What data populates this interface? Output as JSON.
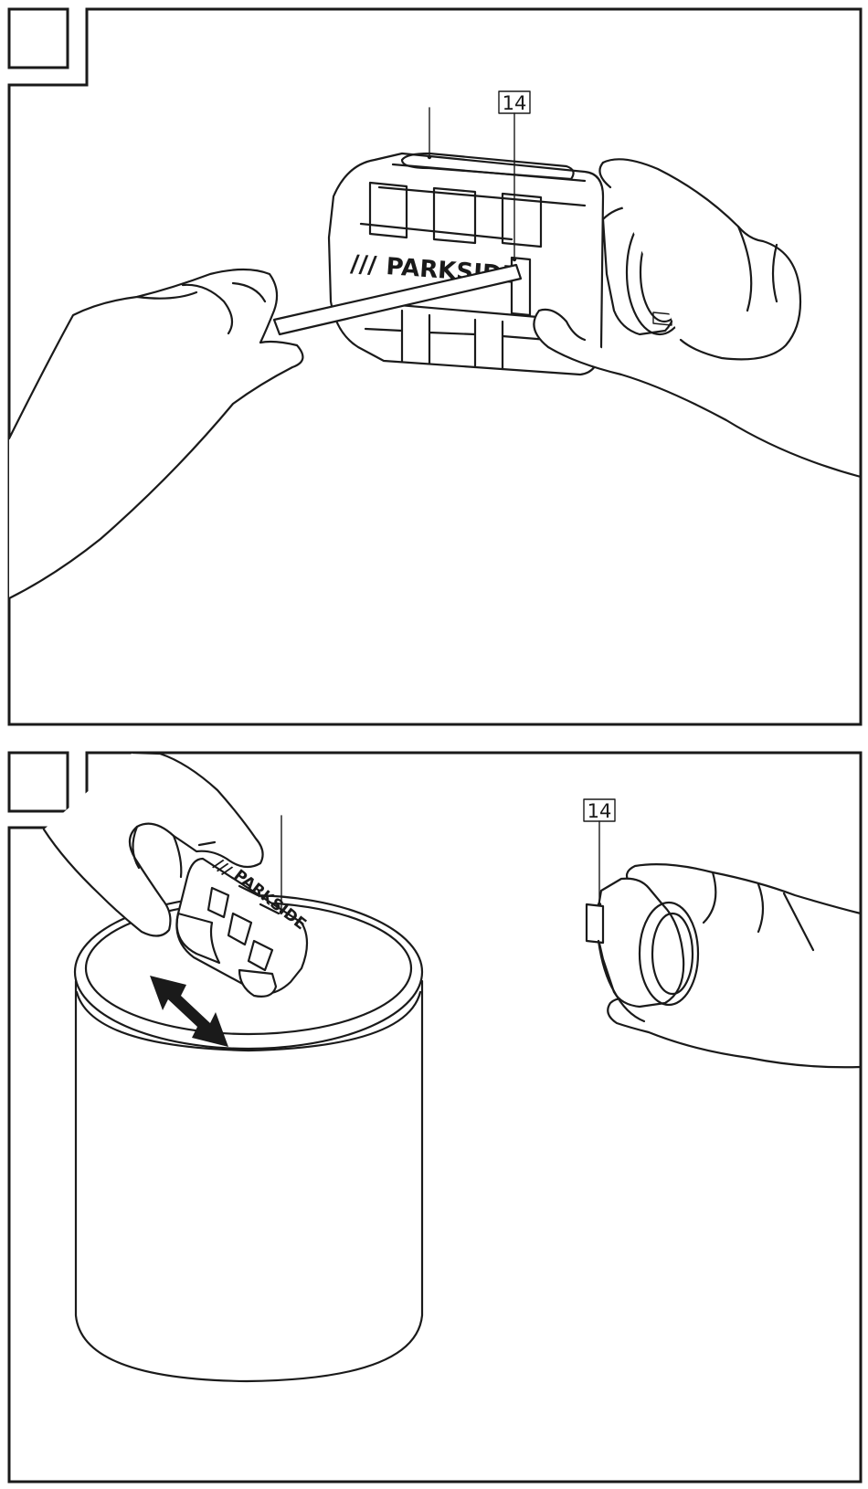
{
  "panel_top": {
    "callout_label": "14",
    "brand": "PARKSIDE",
    "brand_slashes": "///"
  },
  "panel_bottom": {
    "callout_label": "14",
    "brand": "PARKSIDE",
    "brand_slashes": "///"
  }
}
